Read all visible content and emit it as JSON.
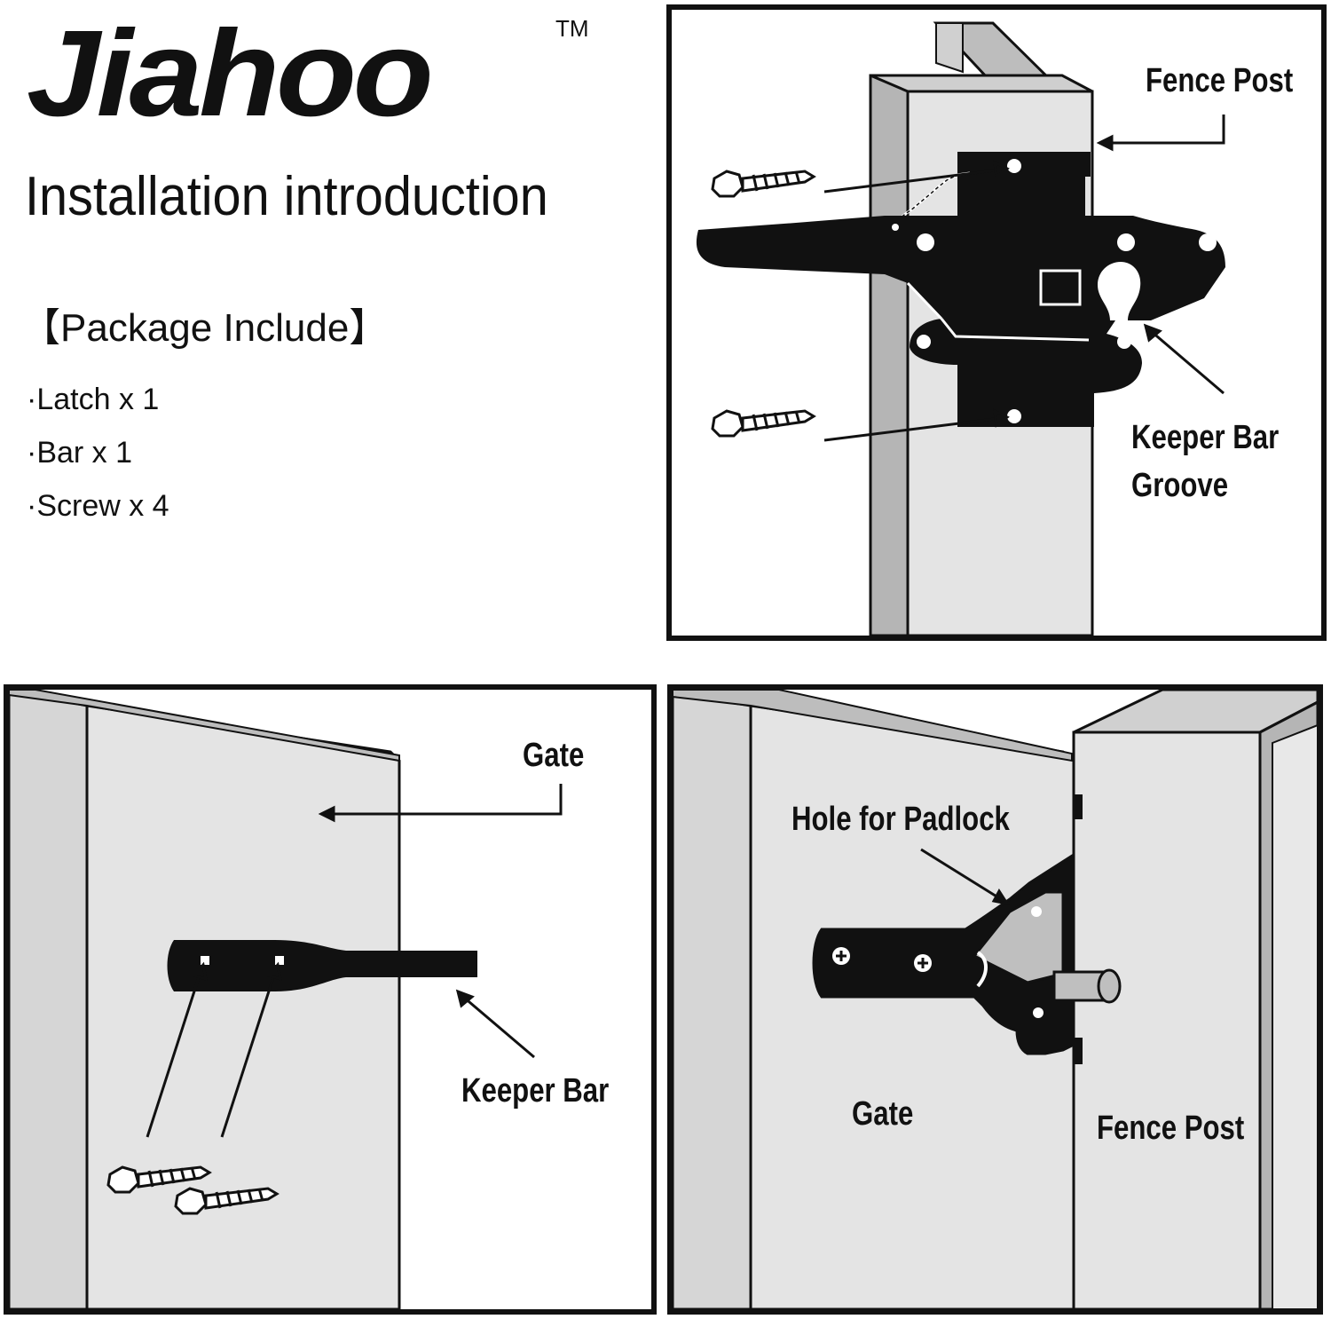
{
  "header": {
    "brand": "Jiahoo",
    "trademark": "TM",
    "title": "Installation introduction"
  },
  "package": {
    "heading": "【Package Include】",
    "items": [
      "·Latch x 1",
      "·Bar x 1",
      "·Screw x 4"
    ]
  },
  "panels": {
    "top_right": {
      "fence_post_label": "Fence Post",
      "groove_label_line1": "Keeper Bar",
      "groove_label_line2": "Groove"
    },
    "bottom_left": {
      "gate_label": "Gate",
      "keeper_bar_label": "Keeper Bar"
    },
    "bottom_right": {
      "padlock_label": "Hole for Padlock",
      "gate_label": "Gate",
      "fence_post_label": "Fence Post"
    }
  },
  "colors": {
    "ink": "#111111",
    "surface_grey": "#e4e4e4",
    "side_grey": "#b5b5b5",
    "background": "#ffffff"
  }
}
